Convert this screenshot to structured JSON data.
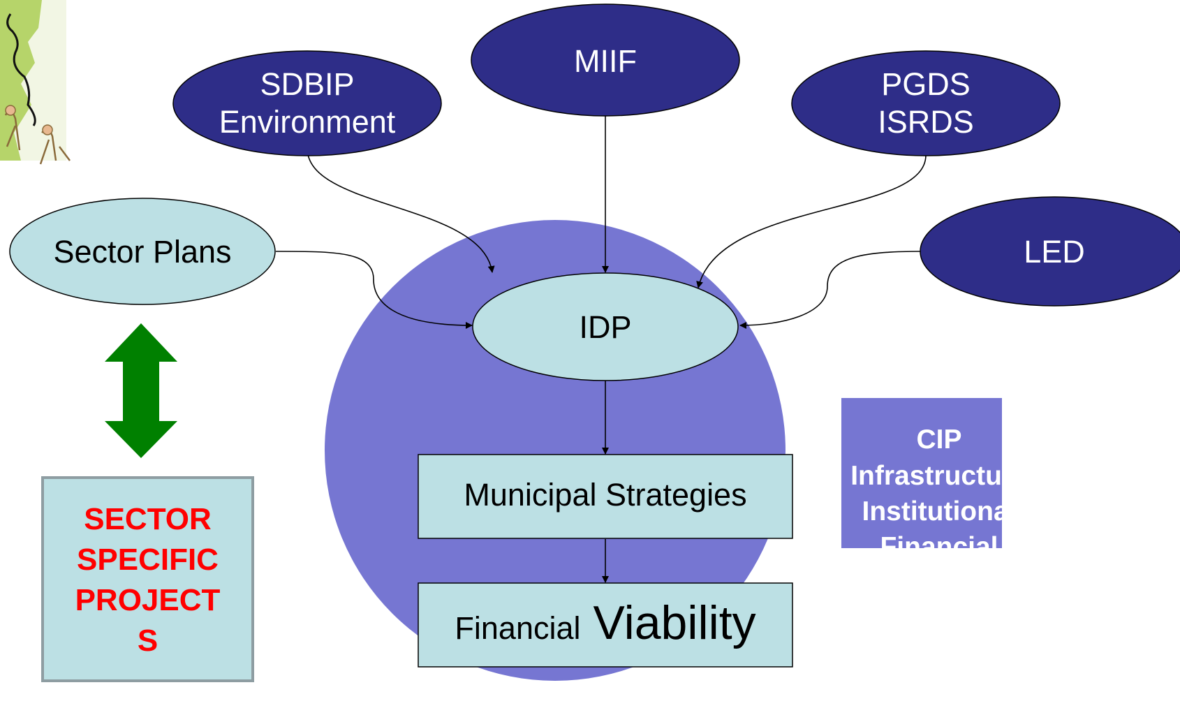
{
  "colors": {
    "dark_node": "#2E2D88",
    "light_node": "#BCE0E4",
    "big_circle": "#7676D2",
    "arrow_green": "#008000",
    "red_text": "#FF0000",
    "box_border": "#8E9DA2",
    "clipart_green": "#B6D46A"
  },
  "icons": {
    "clipart": "hiking-people-clipart"
  },
  "nodes": {
    "sdbip": {
      "lines": [
        "SDBIP",
        "Environment"
      ]
    },
    "miif": {
      "label": "MIIF"
    },
    "pgds": {
      "lines": [
        "PGDS",
        "ISRDS"
      ]
    },
    "sector_plans": {
      "label": "Sector Plans"
    },
    "led": {
      "label": "LED"
    },
    "idp": {
      "label": "IDP"
    },
    "municipal_strategies": {
      "label": "Municipal Strategies"
    },
    "financial_viability": {
      "small": "Financial",
      "large": "Viability"
    },
    "cip": {
      "lines": [
        "CIP",
        "Infrastructure",
        "Institutional",
        "Financial"
      ]
    },
    "sector_projects": {
      "lines": [
        "SECTOR",
        "SPECIFIC",
        "PROJECT",
        "S"
      ]
    }
  }
}
